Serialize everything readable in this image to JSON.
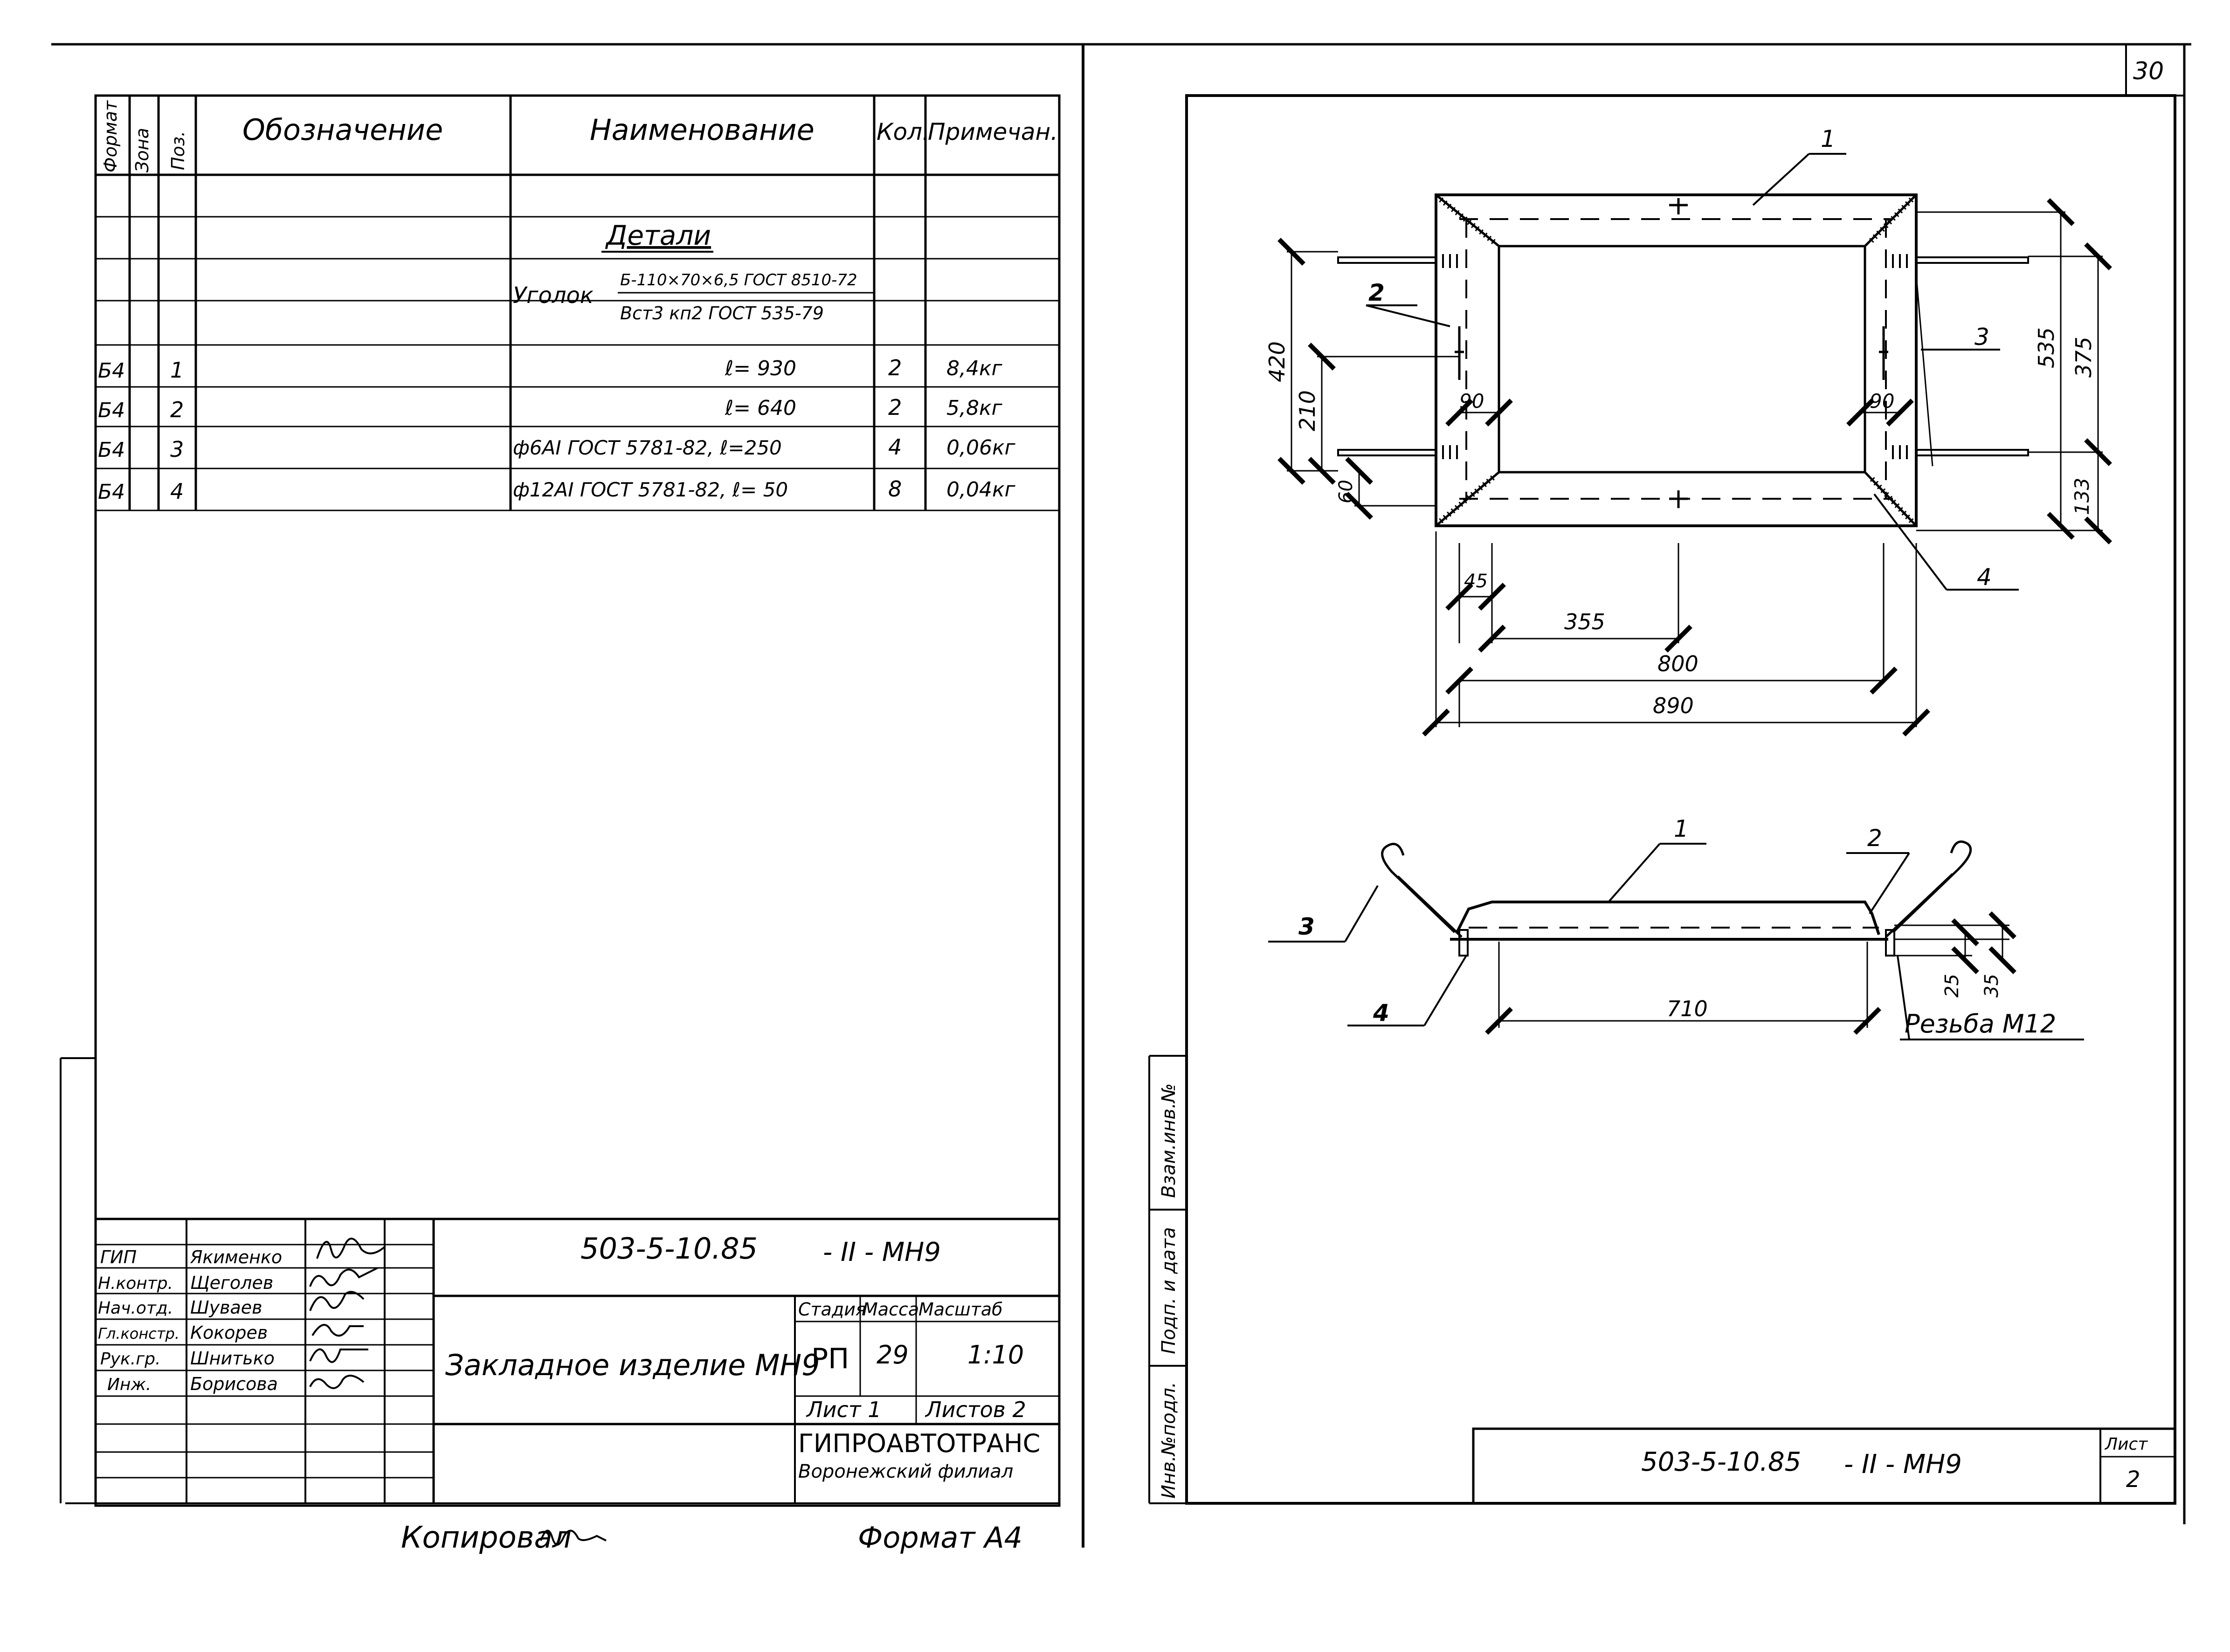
{
  "sheet_number": "30",
  "spec": {
    "headers": {
      "format": "Формат",
      "zone": "Зона",
      "pos": "Поз.",
      "designation": "Обозначение",
      "name": "Наименование",
      "qty": "Кол.",
      "note": "Примечан."
    },
    "section_title": "Детали",
    "material_name": "Уголок",
    "material_line1": "Б-110×70×6,5 ГОСТ 8510-72",
    "material_line2": "Вст3 кп2 ГОСТ 535-79",
    "rows": [
      {
        "format": "Б4",
        "pos": "1",
        "name": "ℓ= 930",
        "qty": "2",
        "note": "8,4кг"
      },
      {
        "format": "Б4",
        "pos": "2",
        "name": "ℓ= 640",
        "qty": "2",
        "note": "5,8кг"
      },
      {
        "format": "Б4",
        "pos": "3",
        "name": "ф6АI ГОСТ 5781-82,  ℓ=250",
        "qty": "4",
        "note": "0,06кг"
      },
      {
        "format": "Б4",
        "pos": "4",
        "name": "ф12АI ГОСТ 5781-82,  ℓ= 50",
        "qty": "8",
        "note": "0,04кг"
      }
    ]
  },
  "title_block": {
    "doc_code": "503-5-10.85",
    "doc_suffix": "- II -  МН9",
    "title": "Закладное изделие МН9",
    "stage_label": "Стадия",
    "mass_label": "Масса",
    "scale_label": "Масштаб",
    "stage": "РП",
    "mass": "29",
    "scale": "1:10",
    "sheet_label": "Лист 1",
    "sheets_label": "Листов 2",
    "org": "ГИПРОАВТОТРАНС",
    "branch": "Воронежский филиал",
    "staff": [
      {
        "role": "ГИП",
        "name": "Якименко"
      },
      {
        "role": "Н.контр.",
        "name": "Щеголев"
      },
      {
        "role": "Нач.отд.",
        "name": "Шуваев"
      },
      {
        "role": "Гл.констр.",
        "name": "Кокорев"
      },
      {
        "role": "Рук.гр.",
        "name": "Шнитько"
      },
      {
        "role": "Инж.",
        "name": "Борисова"
      }
    ]
  },
  "copied": "Копировал",
  "format": "Формат А4",
  "side_labels": {
    "inv": "Инв.№подл.",
    "sign": "Подп. и дата",
    "replace": "Взам.инв.№"
  },
  "drawing": {
    "plan_dims": [
      "420",
      "210",
      "60",
      "90",
      "90",
      "535",
      "375",
      "133",
      "45",
      "355",
      "800",
      "890"
    ],
    "section_dims": [
      "710",
      "25",
      "35"
    ],
    "callouts": [
      "1",
      "2",
      "3",
      "4"
    ],
    "thread": "Резьба М12"
  },
  "bottom_code": "503-5-10.85",
  "bottom_suffix": "- II - МН9",
  "sheet_label": "Лист",
  "sheet_no": "2"
}
